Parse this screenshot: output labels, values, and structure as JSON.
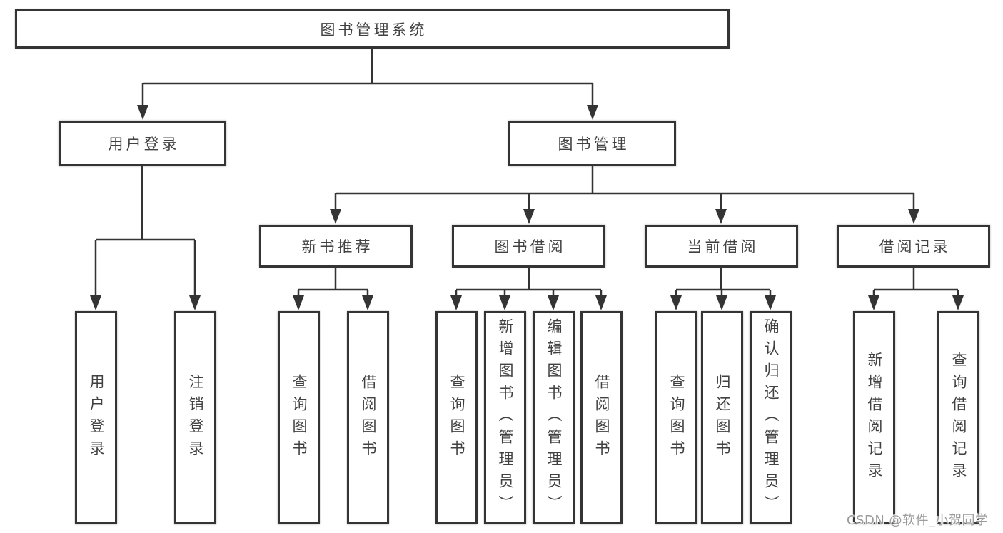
{
  "tree": {
    "root": "图书管理系统",
    "branches": [
      {
        "label": "用户登录",
        "children": [
          "用户登录",
          "注销登录"
        ]
      },
      {
        "label": "图书管理",
        "groups": [
          {
            "label": "新书推荐",
            "children": [
              "查询图书",
              "借阅图书"
            ]
          },
          {
            "label": "图书借阅",
            "children": [
              "查询图书",
              "新增图书（管理员）",
              "编辑图书（管理员）",
              "借阅图书"
            ]
          },
          {
            "label": "当前借阅",
            "children": [
              "查询图书",
              "归还图书",
              "确认归还（管理员）"
            ]
          },
          {
            "label": "借阅记录",
            "children": [
              "新增借阅记录",
              "查询借阅记录"
            ]
          }
        ]
      }
    ]
  },
  "watermark": {
    "text": "CSDN @软件_小贺同学"
  },
  "colors": {
    "line": "#343434",
    "text": "#414141",
    "watermark": "#9b9b9b",
    "background": "#ffffff"
  }
}
